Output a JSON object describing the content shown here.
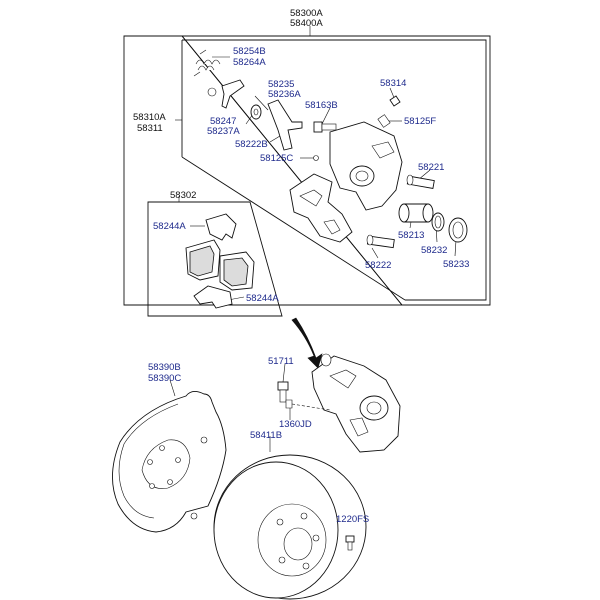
{
  "labels": {
    "top_group_a": "58300A",
    "top_group_b": "58400A",
    "caliper_a": "58310A",
    "caliper_b": "58311",
    "spring_a": "58254B",
    "spring_b": "58264A",
    "clip_a": "58235",
    "clip_b": "58236A",
    "bleeder": "58314",
    "bolt_163": "58163B",
    "cap_125f": "58125F",
    "part_247_a": "58247",
    "part_247_b": "58237A",
    "washer_222b": "58222B",
    "cap_125c": "58125C",
    "pin_221": "58221",
    "pad_kit": "58302",
    "shim_upper": "58244A",
    "piston": "58213",
    "seal_232": "58232",
    "boot_233": "58233",
    "pin_222": "58222",
    "shim_lower": "58244A",
    "shield_a": "58390B",
    "shield_b": "58390C",
    "bolt_517": "51711",
    "bolt_1360": "1360JD",
    "disc": "58411B",
    "screw": "1220FS"
  }
}
